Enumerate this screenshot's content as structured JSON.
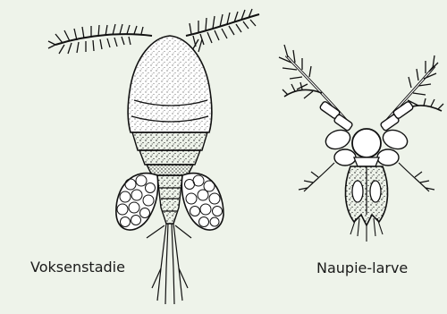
{
  "figure": {
    "background_color": "#eef3ea",
    "ink_color": "#111111",
    "panels": [
      {
        "caption": "Voksenstadie",
        "subject": "adult-copepod"
      },
      {
        "caption": "Naupie-larve",
        "subject": "nauplius-larva"
      }
    ]
  }
}
